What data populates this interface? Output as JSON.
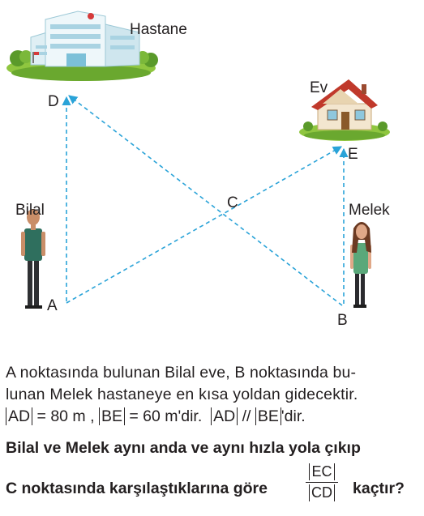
{
  "figure": {
    "labels": {
      "hospital": "Hastane",
      "home": "Ev",
      "bilal": "Bilal",
      "melek": "Melek",
      "A": "A",
      "B": "B",
      "C": "C",
      "D": "D",
      "E": "E"
    }
  },
  "problem": {
    "line1": "A noktasında bulunan Bilal eve, B noktasında bu-",
    "line2": "lunan Melek hastaneye en kısa yoldan gidecektir.",
    "line3": {
      "ad": "AD",
      "eq1": "= 80 m ,",
      "be": "BE",
      "eq2": "= 60 m'dir.",
      "ad2": "AD",
      "parallel": "//",
      "be2": "BE",
      "end": "'dir."
    },
    "question_line1": "Bilal ve Melek aynı anda ve aynı hızla yola çıkıp",
    "question_line2_pre": "C noktasında karşılaştıklarına göre",
    "fraction_num": "EC",
    "fraction_den": "CD",
    "question_line2_post": "kaçtır?"
  }
}
